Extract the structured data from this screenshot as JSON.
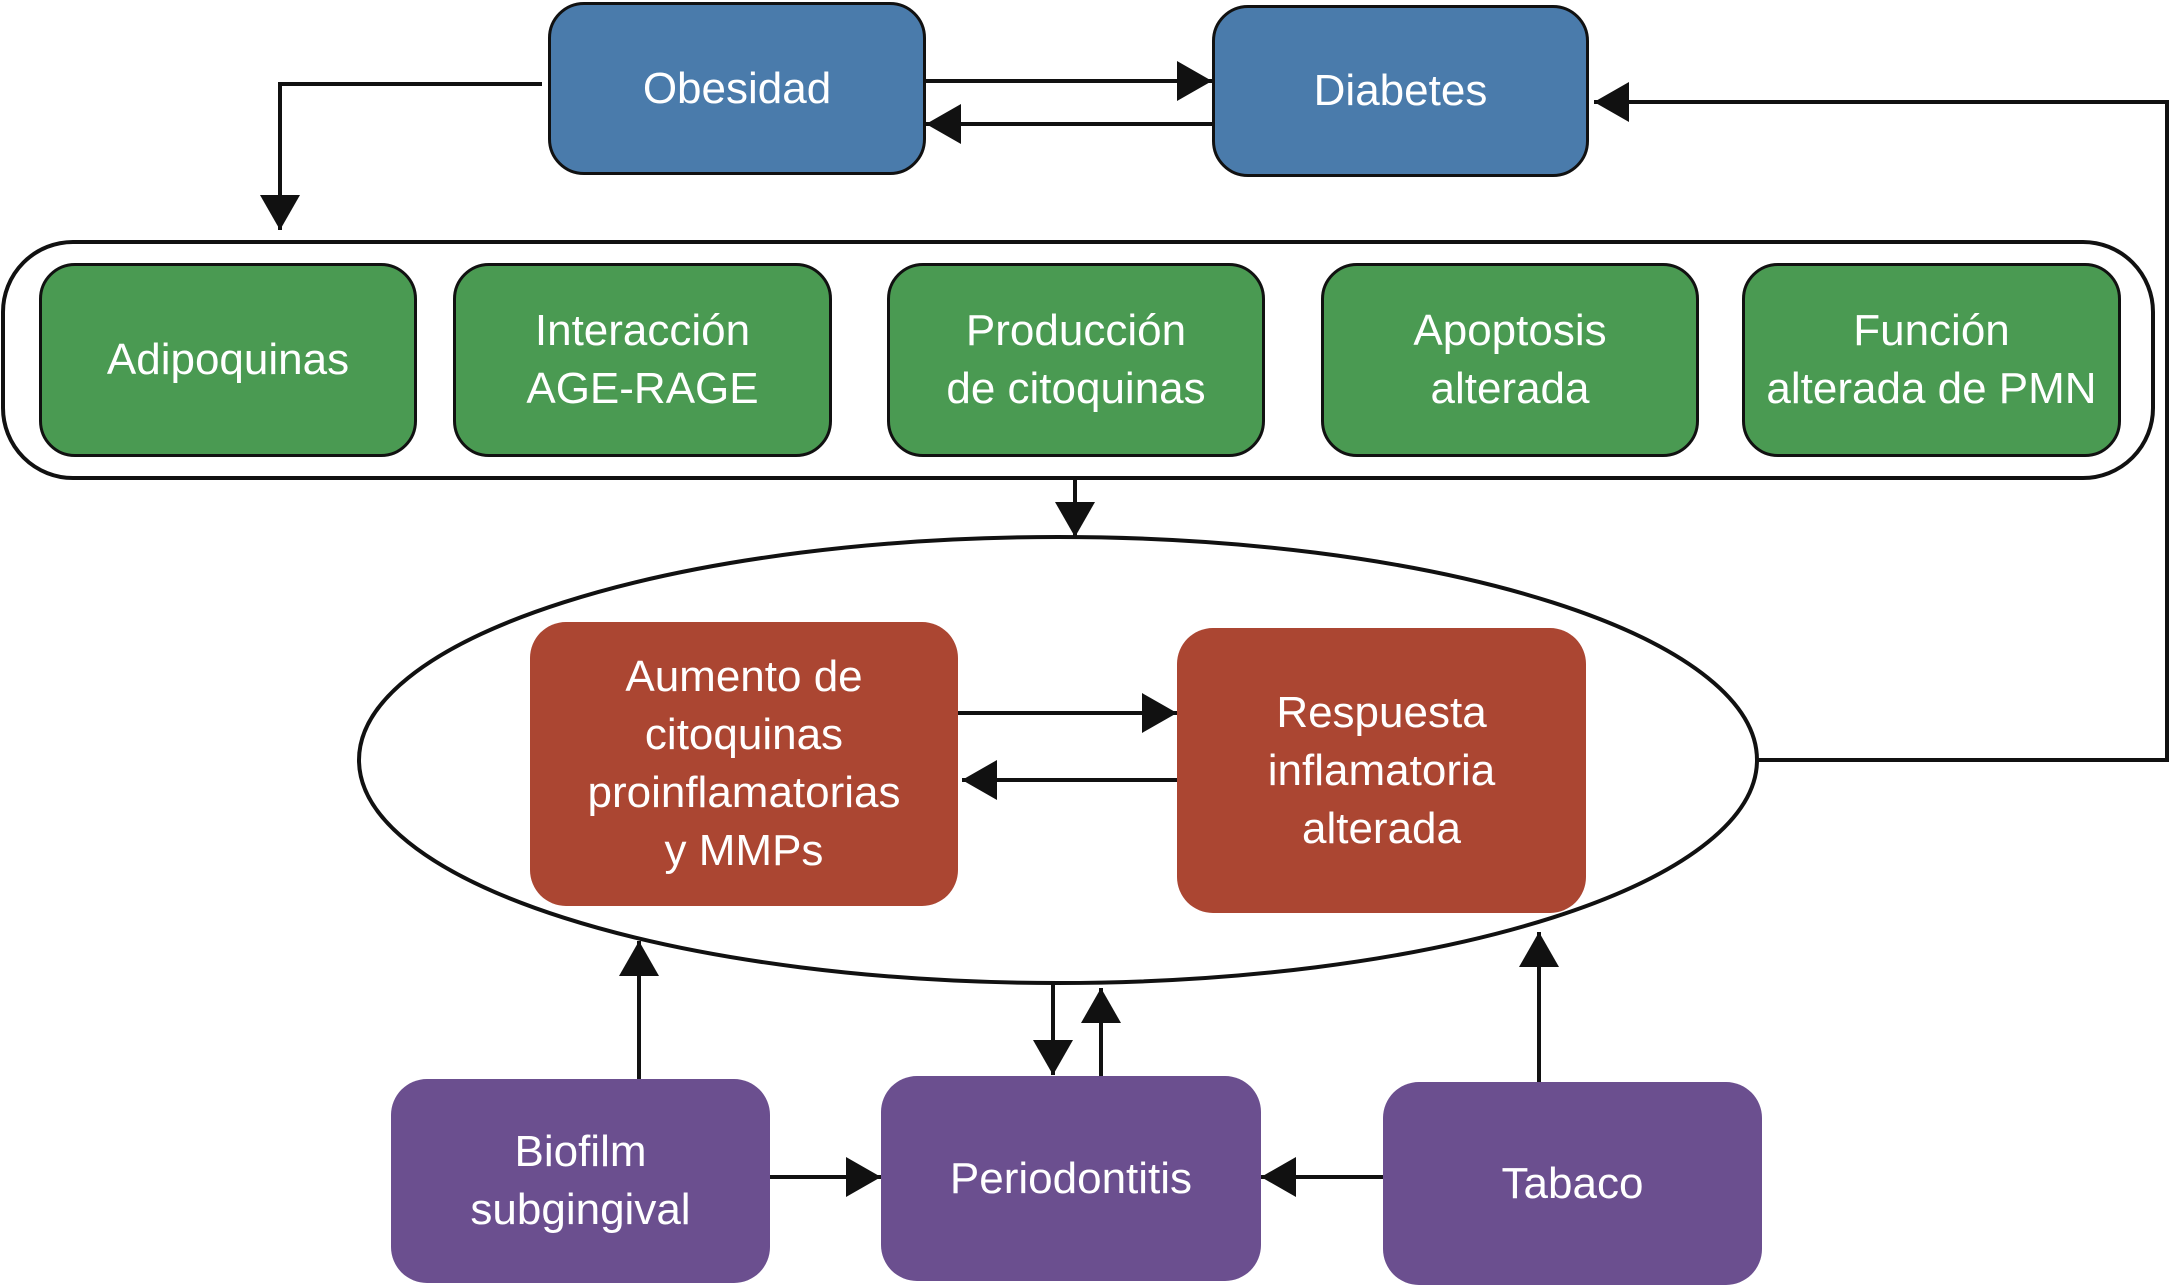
{
  "diagram": {
    "title": "",
    "colors": {
      "risk_factor": "#4a7bab",
      "mechanism": "#4a9a52",
      "inflammation": "#ab4632",
      "local_factor": "#6b4f8f",
      "line": "#111111"
    },
    "nodes": {
      "obesidad": {
        "label": "Obesidad"
      },
      "diabetes": {
        "label": "Diabetes"
      },
      "adipoquinas": {
        "label": "Adipoquinas"
      },
      "age_rage": {
        "label": "Interacción\nAGE-RAGE"
      },
      "citoquinas": {
        "label": "Producción\nde citoquinas"
      },
      "apoptosis": {
        "label": "Apoptosis\nalterada"
      },
      "pmn": {
        "label": "Función\nalterada de PMN"
      },
      "aumento": {
        "label": "Aumento de\ncitoquinas\nproinflamatorias\ny MMPs"
      },
      "respuesta": {
        "label": "Respuesta\ninflamatoria\nalterada"
      },
      "biofilm": {
        "label": "Biofilm\nsubgingival"
      },
      "periodontitis": {
        "label": "Periodontitis"
      },
      "tabaco": {
        "label": "Tabaco"
      }
    },
    "edges": [
      {
        "from": "obesidad",
        "to": "diabetes"
      },
      {
        "from": "diabetes",
        "to": "obesidad"
      },
      {
        "from": "obesidad",
        "to": "mechanisms_group"
      },
      {
        "from": "mechanisms_group",
        "to": "inflammation_ellipse"
      },
      {
        "from": "inflammation_ellipse",
        "to": "diabetes"
      },
      {
        "from": "aumento",
        "to": "respuesta"
      },
      {
        "from": "respuesta",
        "to": "aumento"
      },
      {
        "from": "biofilm",
        "to": "inflammation_ellipse"
      },
      {
        "from": "tabaco",
        "to": "inflammation_ellipse"
      },
      {
        "from": "inflammation_ellipse",
        "to": "periodontitis"
      },
      {
        "from": "periodontitis",
        "to": "inflammation_ellipse"
      },
      {
        "from": "biofilm",
        "to": "periodontitis"
      },
      {
        "from": "tabaco",
        "to": "periodontitis"
      }
    ]
  }
}
